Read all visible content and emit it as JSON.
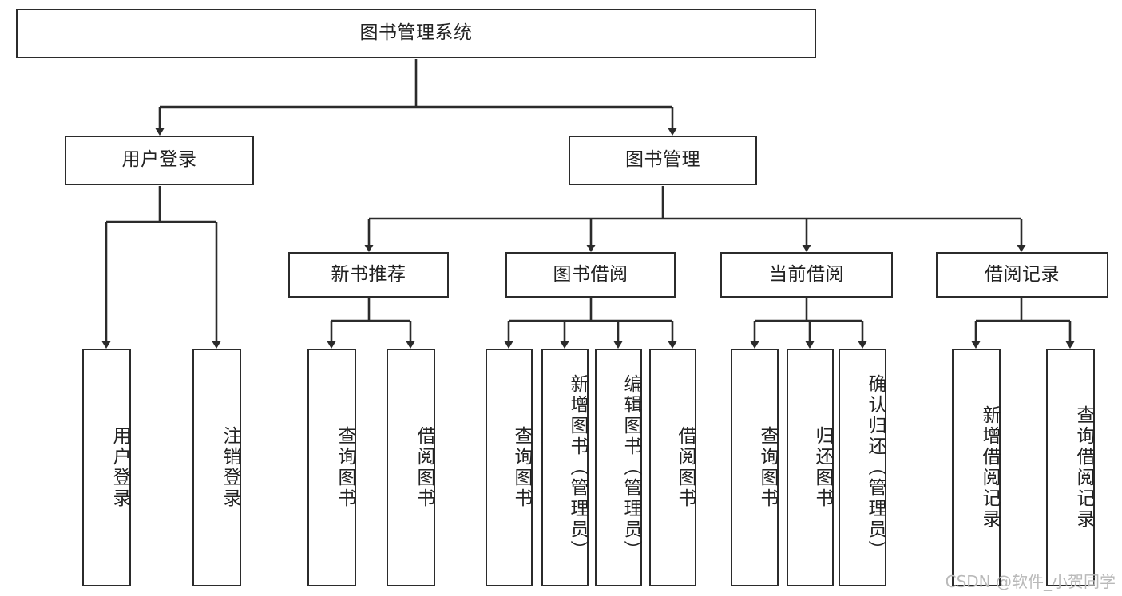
{
  "diagram": {
    "title_node": {
      "label": "图书管理系统"
    },
    "level2": [
      {
        "id": "user-login",
        "label": "用户登录"
      },
      {
        "id": "book-manage",
        "label": "图书管理"
      }
    ],
    "level3": [
      {
        "id": "new-book-recommend",
        "label": "新书推荐"
      },
      {
        "id": "book-borrow",
        "label": "图书借阅"
      },
      {
        "id": "current-borrow",
        "label": "当前借阅"
      },
      {
        "id": "borrow-record",
        "label": "借阅记录"
      }
    ],
    "leaves": [
      {
        "id": "leaf-user-login",
        "label": "用户登录",
        "parent": "user-login"
      },
      {
        "id": "leaf-logout-login",
        "label": "注销登录",
        "parent": "user-login"
      },
      {
        "id": "leaf-query-book-1",
        "label": "查询图书",
        "parent": "new-book-recommend"
      },
      {
        "id": "leaf-borrow-book-1",
        "label": "借阅图书",
        "parent": "new-book-recommend"
      },
      {
        "id": "leaf-query-book-2",
        "label": "查询图书",
        "parent": "book-borrow"
      },
      {
        "id": "leaf-add-book",
        "label": "新增图书（管理员）",
        "parent": "book-borrow"
      },
      {
        "id": "leaf-edit-book",
        "label": "编辑图书（管理员）",
        "parent": "book-borrow"
      },
      {
        "id": "leaf-borrow-book-2",
        "label": "借阅图书",
        "parent": "book-borrow"
      },
      {
        "id": "leaf-query-book-3",
        "label": "查询图书",
        "parent": "current-borrow"
      },
      {
        "id": "leaf-return-book",
        "label": "归还图书",
        "parent": "current-borrow"
      },
      {
        "id": "leaf-confirm-return",
        "label": "确认归还（管理员）",
        "parent": "current-borrow"
      },
      {
        "id": "leaf-add-record",
        "label": "新增借阅记录",
        "parent": "borrow-record"
      },
      {
        "id": "leaf-query-record",
        "label": "查询借阅记录",
        "parent": "borrow-record"
      }
    ],
    "watermark": "CSDN @软件_小贺同学",
    "colors": {
      "stroke": "#2b2b2b",
      "fill": "#ffffff",
      "text": "#222222",
      "watermark": "#b9b9b9"
    }
  }
}
